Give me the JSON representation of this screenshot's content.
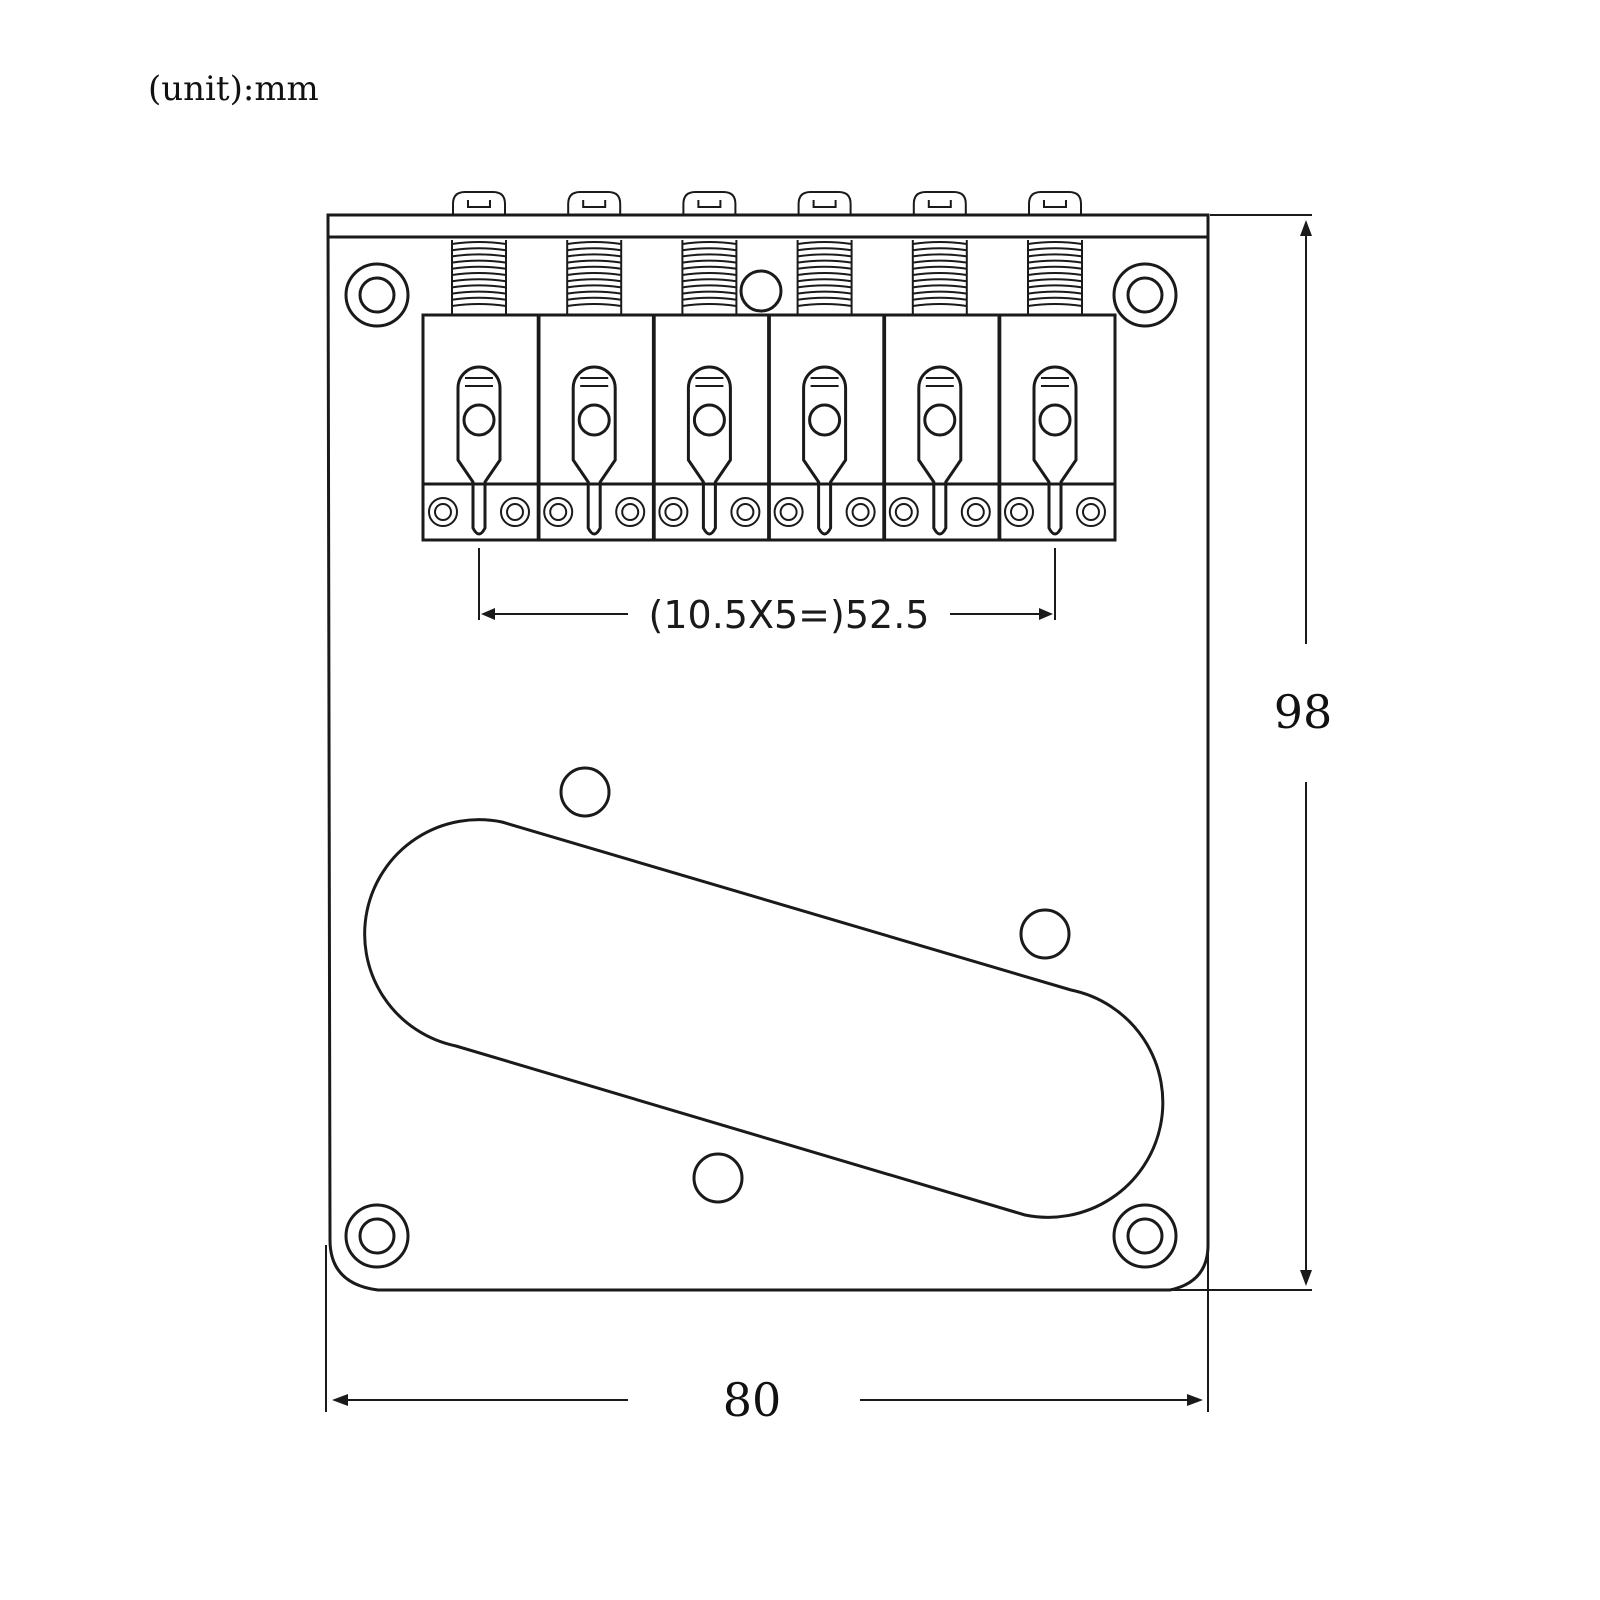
{
  "unit_label": "(unit):mm",
  "dimensions": {
    "spacing_label": "(10.5X5=)52.5",
    "height_label": "98",
    "width_label": "80"
  },
  "saddle_count": 6,
  "colors": {
    "ink": "#1a1a1a",
    "background": "#ffffff"
  }
}
